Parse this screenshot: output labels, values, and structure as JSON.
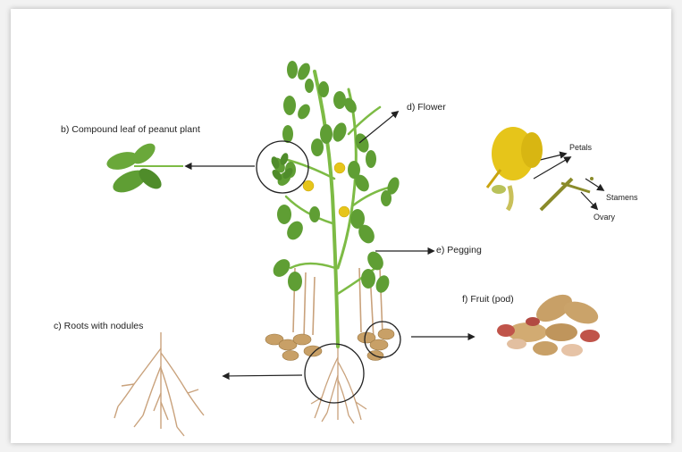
{
  "labels": {
    "compound_leaf": "b) Compound leaf of peanut plant",
    "flower": "d) Flower",
    "roots": "c) Roots with nodules",
    "pegging": "e) Pegging",
    "fruit": "f) Fruit (pod)",
    "petals": "Petals",
    "stamens": "Stamens",
    "ovary": "Ovary"
  },
  "colors": {
    "leaf": "#6aa83a",
    "leaf_dark": "#4f8c2a",
    "stem": "#7dbb45",
    "flower_yellow": "#e6c51a",
    "root": "#c9a27c",
    "pod": "#c8a067",
    "seed_red": "#c0544a",
    "arrow": "#222222"
  }
}
